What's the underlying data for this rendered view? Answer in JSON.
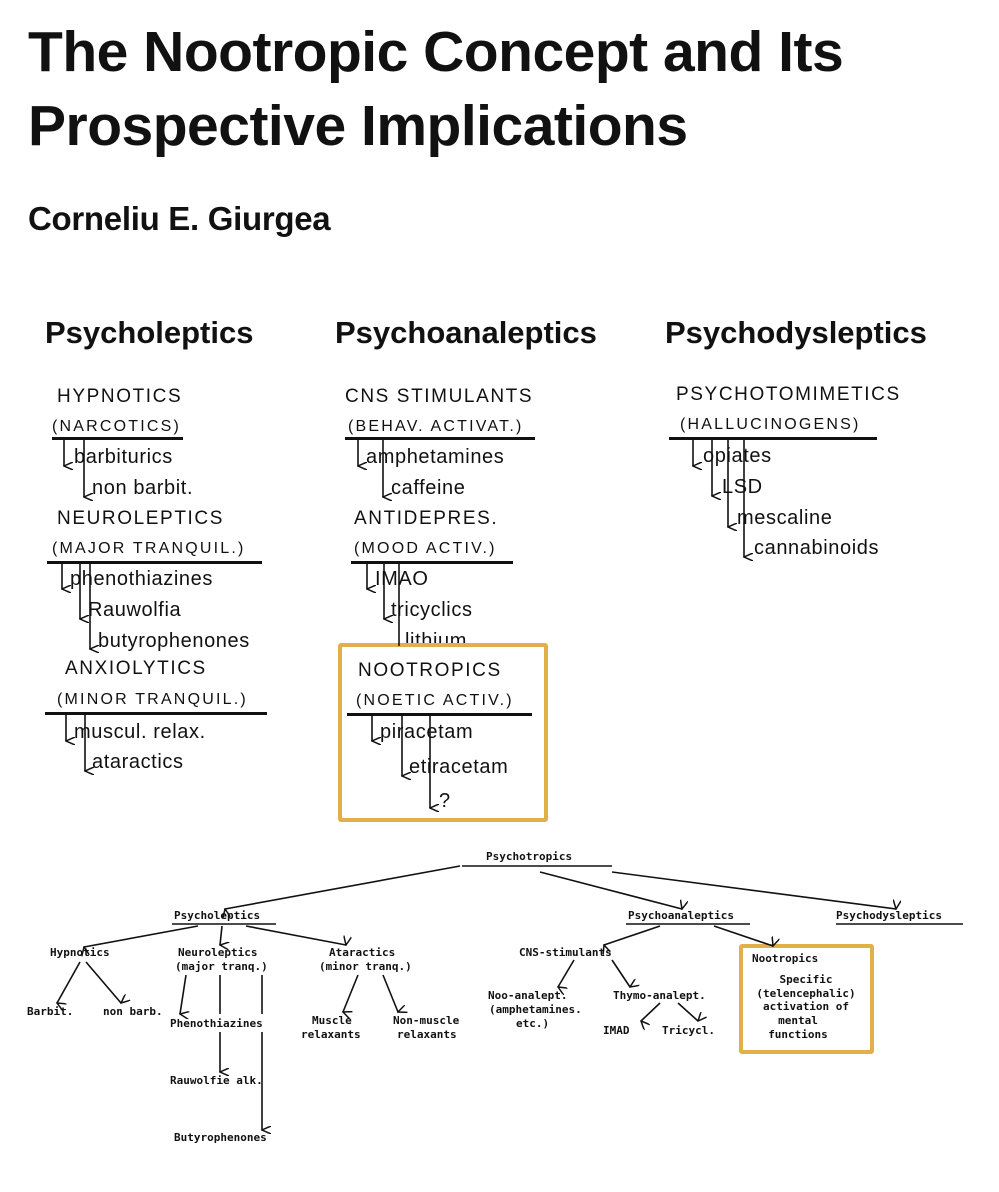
{
  "title": {
    "line1": "The Nootropic Concept and Its",
    "line2": "Prospective Implications"
  },
  "author": "Corneliu E. Giurgea",
  "classification": {
    "psycholeptics": {
      "heading": "Psycholeptics",
      "groups": [
        {
          "name": "HYPNOTICS",
          "alias": "(NARCOTICS)",
          "items": [
            "barbiturics",
            "non barbit."
          ]
        },
        {
          "name": "NEUROLEPTICS",
          "alias": "(MAJOR TRANQUIL.)",
          "items": [
            "phenothiazines",
            "Rauwolfia",
            "butyrophenones"
          ]
        },
        {
          "name": "ANXIOLYTICS",
          "alias": "(MINOR TRANQUIL.)",
          "items": [
            "muscul. relax.",
            "ataractics"
          ]
        }
      ]
    },
    "psychoanaleptics": {
      "heading": "Psychoanaleptics",
      "groups": [
        {
          "name": "CNS STIMULANTS",
          "alias": "(BEHAV. ACTIVAT.)",
          "items": [
            "amphetamines",
            "caffeine"
          ]
        },
        {
          "name": "ANTIDEPRES.",
          "alias": "(MOOD ACTIV.)",
          "items": [
            "IMAO",
            "tricyclics",
            "lithium"
          ]
        },
        {
          "name": "NOOTROPICS",
          "alias": "(NOETIC ACTIV.)",
          "items": [
            "piracetam",
            "etiracetam",
            "?"
          ]
        }
      ]
    },
    "psychodysleptics": {
      "heading": "Psychodysleptics",
      "groups": [
        {
          "name": "PSYCHOTOMIMETICS",
          "alias": "(HALLUCINOGENS)",
          "items": [
            "opiates",
            "LSD",
            "mescaline",
            "cannabinoids"
          ]
        }
      ]
    }
  },
  "tree": {
    "root": "Psychotropics",
    "psycholeptics": "Psycholeptics",
    "psychoanaleptics": "Psychoanaleptics",
    "psychodysleptics": "Psychodysleptics",
    "hypnotics": "Hypnotics",
    "barbit": "Barbit.",
    "non_barb": "non barb.",
    "neuroleptics": "Neuroleptics",
    "neuroleptics_sub": "(major tranq.)",
    "phenothiazines": "Phenothiazines",
    "rauwolfie": "Rauwolfie alk.",
    "butyrophenones": "Butyrophenones",
    "ataractics": "Ataractics",
    "ataractics_sub": "(minor tranq.)",
    "muscle_relaxants_1": "Muscle",
    "muscle_relaxants_2": "relaxants",
    "non_muscle_1": "Non-muscle",
    "non_muscle_2": "relaxants",
    "cns_stimulants": "CNS-stimulants",
    "noo_analept_1": "Noo-analept.",
    "noo_analept_2": "(amphetamines.",
    "noo_analept_3": "etc.)",
    "thymo_analept": "Thymo-analept.",
    "imad": "IMAD",
    "tricycl": "Tricycl.",
    "nootropics": "Nootropics",
    "nootropics_desc": [
      "Specific",
      "(telencephalic)",
      "activation of",
      "mental",
      "functions"
    ]
  },
  "highlight_color": "#e2b04a"
}
